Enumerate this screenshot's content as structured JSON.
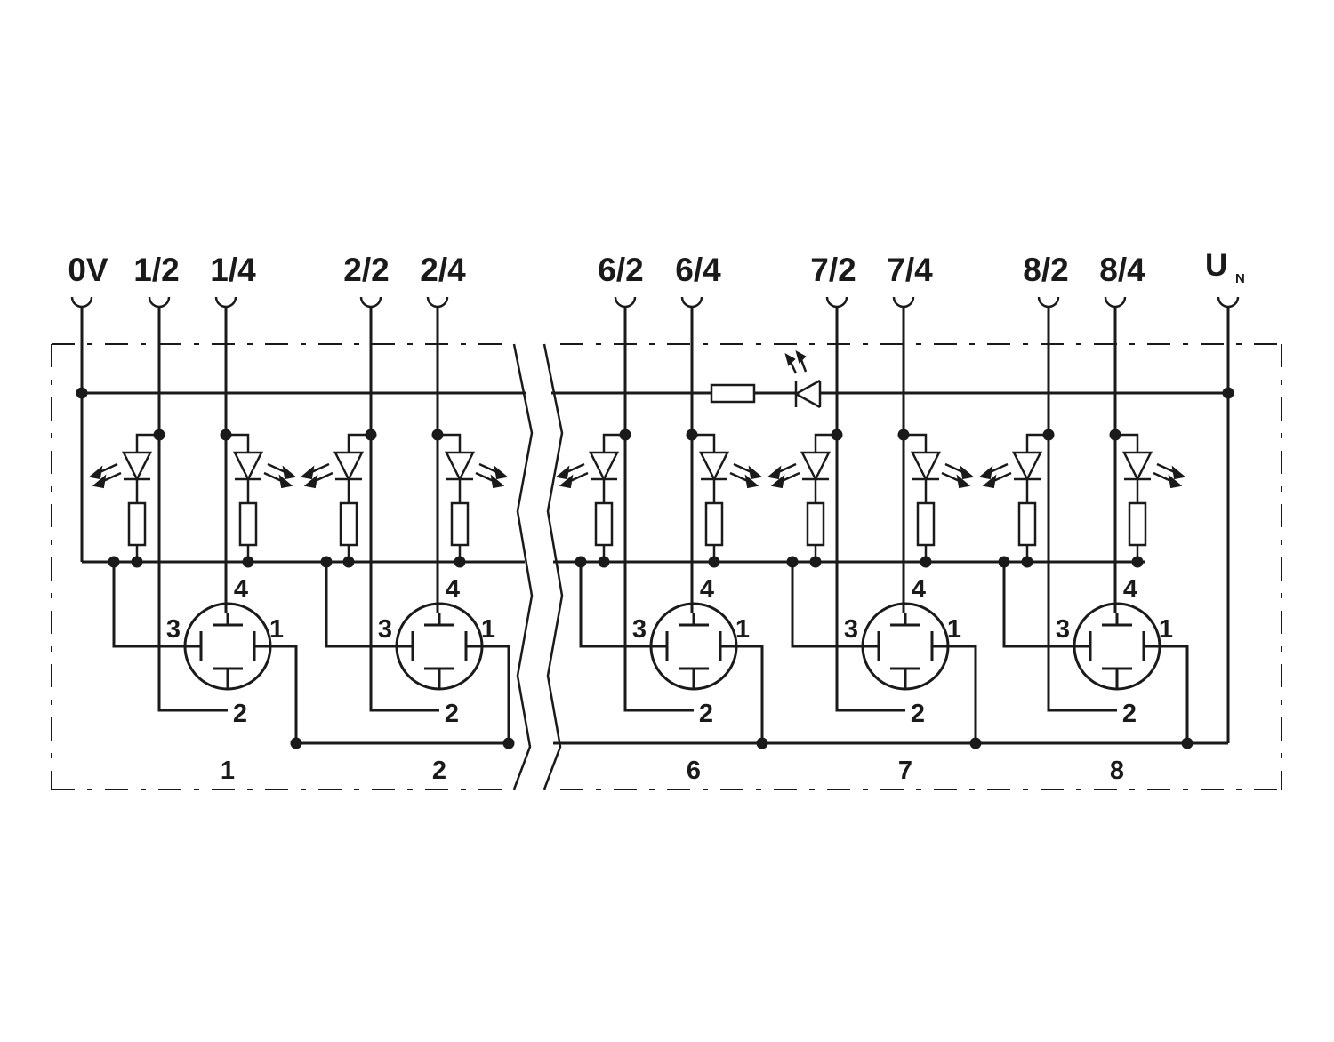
{
  "terminals": [
    "0V",
    "1/2",
    "1/4",
    "2/2",
    "2/4",
    "6/2",
    "6/4",
    "7/2",
    "7/4",
    "8/2",
    "8/4"
  ],
  "supply": {
    "main": "U",
    "sub": "N"
  },
  "slots": [
    {
      "label": "1",
      "pins": {
        "p1": "1",
        "p2": "2",
        "p3": "3",
        "p4": "4"
      }
    },
    {
      "label": "2",
      "pins": {
        "p1": "1",
        "p2": "2",
        "p3": "3",
        "p4": "4"
      }
    },
    {
      "label": "6",
      "pins": {
        "p1": "1",
        "p2": "2",
        "p3": "3",
        "p4": "4"
      }
    },
    {
      "label": "7",
      "pins": {
        "p1": "1",
        "p2": "2",
        "p3": "3",
        "p4": "4"
      }
    },
    {
      "label": "8",
      "pins": {
        "p1": "1",
        "p2": "2",
        "p3": "3",
        "p4": "4"
      }
    }
  ],
  "colors": {
    "ink": "#1a1a1a",
    "background": "#ffffff"
  }
}
